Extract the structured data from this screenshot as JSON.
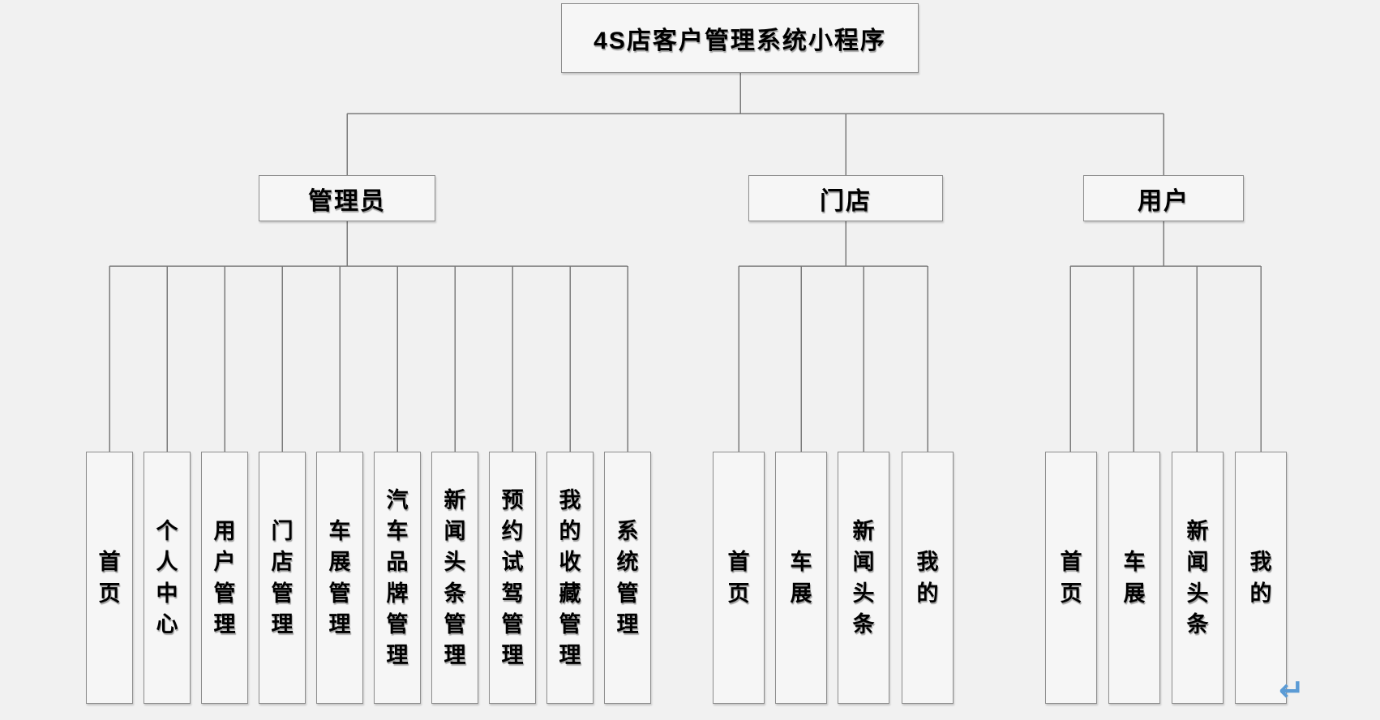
{
  "diagram": {
    "root_label": "4S店客户管理系统小程序",
    "branches": [
      {
        "label": "管理员",
        "children": [
          "首页",
          "个人中心",
          "用户管理",
          "门店管理",
          "车展管理",
          "汽车品牌管理",
          "新闻头条管理",
          "预约试驾管理",
          "我的收藏管理",
          "系统管理"
        ]
      },
      {
        "label": "门店",
        "children": [
          "首页",
          "车展",
          "新闻头条",
          "我的"
        ]
      },
      {
        "label": "用户",
        "children": [
          "首页",
          "车展",
          "新闻头条",
          "我的"
        ]
      }
    ],
    "return_mark": "↵",
    "colors": {
      "background": "#f1f1f1",
      "line": "#7a7a7a",
      "box_fill": "#f6f6f6",
      "box_border": "#8d8d8d",
      "text": "#000000",
      "return_mark": "#5b9bd5"
    }
  }
}
